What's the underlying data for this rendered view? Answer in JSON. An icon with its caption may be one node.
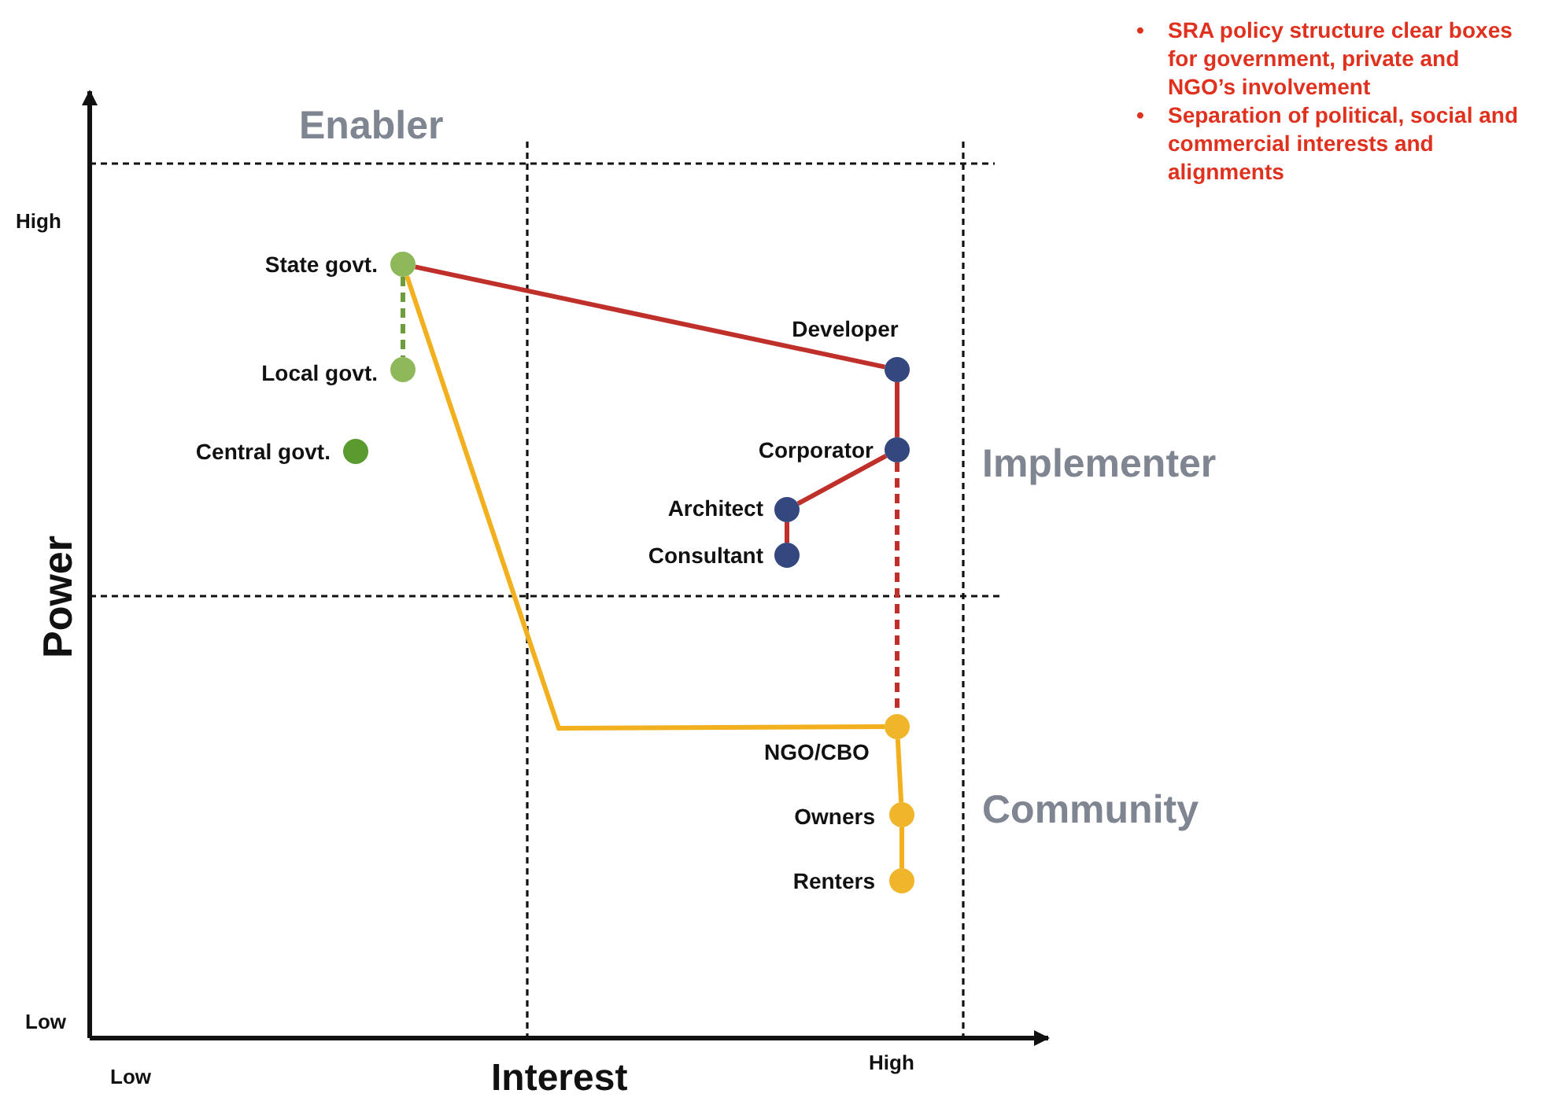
{
  "diagram": {
    "nodes": [
      {
        "text": [],
        "shape": "circle",
        "beside": [
          "State govt."
        ]
      },
      {
        "text": [],
        "shape": "circle",
        "beside": [
          "Local govt."
        ]
      },
      {
        "text": [],
        "shape": "circle",
        "beside": [
          "Central govt."
        ]
      },
      {
        "text": [],
        "shape": "circle",
        "beside": [
          "Developer"
        ]
      },
      {
        "text": [],
        "shape": "circle",
        "beside": [
          "Corporator"
        ]
      },
      {
        "text": [],
        "shape": "circle",
        "beside": [
          "Architect"
        ]
      },
      {
        "text": [],
        "shape": "circle",
        "beside": [
          "Consultant"
        ]
      },
      {
        "text": [],
        "shape": "circle",
        "beside": [
          "NGO/CBO"
        ]
      },
      {
        "text": [],
        "shape": "circle",
        "beside": [
          "Owners"
        ]
      },
      {
        "text": [],
        "shape": "circle",
        "beside": [
          "Renters"
        ]
      }
    ],
    "edges": [
      {
        "from": 0,
        "to": 1,
        "arrow": "none",
        "style": "dashed",
        "color": "#6e9b3c"
      },
      {
        "from": 0,
        "to": 3,
        "arrow": "none"
      },
      {
        "from": 3,
        "to": 4,
        "arrow": "none"
      },
      {
        "from": 4,
        "to": 5,
        "arrow": "none"
      },
      {
        "from": 5,
        "to": 6,
        "arrow": "none"
      },
      {
        "from": 4,
        "to": 7,
        "arrow": "none",
        "style": "dashed"
      },
      {
        "from": 0,
        "to": 7,
        "arrow": "none",
        "color": "#f2b01e"
      },
      {
        "from": 7,
        "to": 8,
        "arrow": "none",
        "color": "#f2b01e"
      },
      {
        "from": 8,
        "to": 9,
        "arrow": "none",
        "color": "#f2b01e"
      }
    ],
    "labels": [
      "•",
      "SRA policy structure clear boxes for government, private and NGO’s involvement",
      "•",
      "Separation of political, social and commercial interests and alignments",
      "Enabler",
      "High",
      "Implementer",
      "Power",
      "Community",
      "Low",
      "Low",
      "Interest",
      "High"
    ]
  }
}
